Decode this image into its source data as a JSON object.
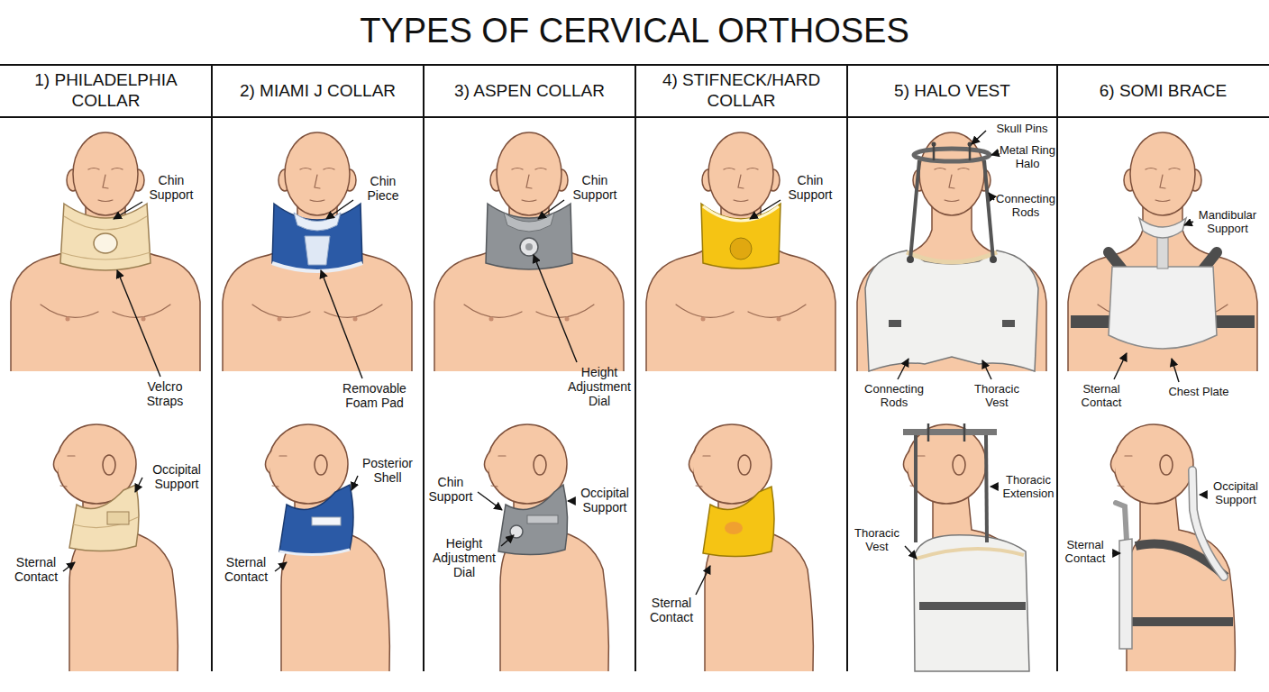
{
  "diagram": {
    "title": "TYPES OF CERVICAL ORTHOSES",
    "nodes": [
      {
        "text": [
          "1) PHILADELPHIA COLLAR"
        ]
      },
      {
        "text": [
          "2) MIAMI J COLLAR"
        ]
      },
      {
        "text": [
          "3) ASPEN COLLAR"
        ]
      },
      {
        "text": [
          "4) STIFNECK/HARD COLLAR"
        ]
      },
      {
        "text": [
          "5) HALO VEST"
        ]
      },
      {
        "text": [
          "6) SOMI BRACE"
        ]
      }
    ],
    "labels": [
      "Chin Support",
      "Velcro Straps",
      "Occipital Support",
      "Sternal Contact",
      "Chin Piece",
      "Removable Foam Pad",
      "Posterior Shell",
      "Sternal Contact",
      "Chin Support",
      "Height Adjustment Dial",
      "Chin Support",
      "Occipital Support",
      "Height Adjustment Dial",
      "Chin Support",
      "Sternal Contact",
      "Skull Pins",
      "Metal Ring Halo",
      "Connecting Rods",
      "Connecting Rods",
      "Thoracic Vest",
      "Thoracic Extension",
      "Thoracic Vest",
      "Mandibular Support",
      "Sternal Contact",
      "Chest Plate",
      "Occipital Support",
      "Sternal Contact"
    ]
  }
}
